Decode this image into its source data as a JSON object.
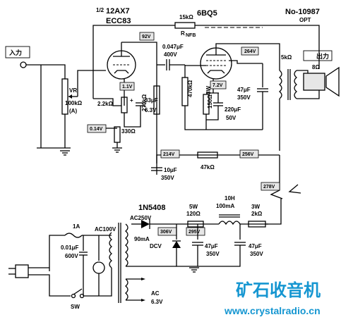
{
  "tubes": {
    "v1_fraction": "1/2",
    "v1_name": "12AX7",
    "v1_alt": "ECC83",
    "v2_name": "6BQ5"
  },
  "transformer_output": {
    "model": "No-10987",
    "type": "OPT"
  },
  "input_label": "入力",
  "output_label": "出力",
  "speaker_impedance": "8Ω",
  "components": {
    "nfb_resistor": "15kΩ",
    "nfb_label_main": "R",
    "nfb_label_sub": "NFB",
    "vr_name": "VR",
    "vr_value": "100kΩ",
    "vr_taper": "(A)",
    "cathode_r1": "2.2kΩ",
    "cathode_c1_value": "33μF",
    "cathode_c1_voltage": "6.3V",
    "cathode_r2": "330Ω",
    "coupling_c_value": "0.047μF",
    "coupling_c_voltage": "400V",
    "plate_r1": "270kΩ",
    "grid_r": "470kΩ",
    "cathode_r3": "150Ω",
    "cathode_r3_power": "3W",
    "cathode_c2_value": "220μF",
    "cathode_c2_voltage": "50V",
    "screen_c_value": "47μF",
    "screen_c_voltage": "350V",
    "opt_primary": "5kΩ",
    "decouple_c_value": "10μF",
    "decouple_c_voltage": "350V",
    "decouple_r": "47kΩ",
    "rectifier": "1N5408",
    "choke_resistor_power": "5W",
    "choke_resistor_value": "120Ω",
    "choke_value": "10H",
    "choke_current": "100mA",
    "filter_r_power": "3W",
    "filter_r_value": "2kΩ",
    "filter_c1_value": "47μF",
    "filter_c1_voltage": "350V",
    "filter_c2_value": "47μF",
    "filter_c2_voltage": "350V",
    "fuse": "1A",
    "line_c_value": "0.01μF",
    "line_c_voltage": "600V",
    "switch": "SW",
    "pt_hv": "AC250V",
    "pt_primary": "AC100V",
    "pt_current": "90mA",
    "pt_dcv": "DCV",
    "pt_heater_label": "AC",
    "pt_heater_value": "6.3V"
  },
  "voltages": {
    "v1_plate": "92V",
    "v1_cathode": "1.1V",
    "v1_cathode2": "0.14V",
    "v2_plate": "264V",
    "v2_cathode": "7.2V",
    "b1": "214V",
    "b2": "256V",
    "b3": "278V",
    "rect_out": "306V",
    "choke_in": "295V"
  },
  "watermark": {
    "title": "矿石收音机",
    "url": "www.crystalradio.cn",
    "color": "#1596d1"
  }
}
